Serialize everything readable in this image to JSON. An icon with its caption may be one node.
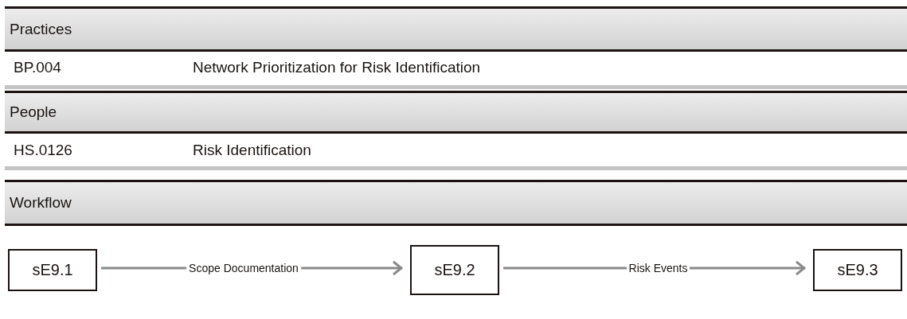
{
  "diagram": {
    "nodes": [
      {
        "text": [
          "Practices"
        ]
      },
      {
        "text": [
          "People"
        ]
      },
      {
        "text": [
          "Workflow"
        ]
      },
      {
        "text": [
          "sE9.1"
        ]
      },
      {
        "text": [
          "sE9.2"
        ]
      },
      {
        "text": [
          "sE9.3"
        ]
      }
    ],
    "edges": [
      {
        "from": 3,
        "to": 4,
        "arrow": "to",
        "label": "Scope Documentation"
      },
      {
        "from": 4,
        "to": 5,
        "arrow": "to",
        "label": "Risk Events"
      }
    ],
    "labels": [
      "BP.004",
      "Network Prioritization for Risk Identification",
      "HS.0126",
      "Risk Identification"
    ]
  }
}
